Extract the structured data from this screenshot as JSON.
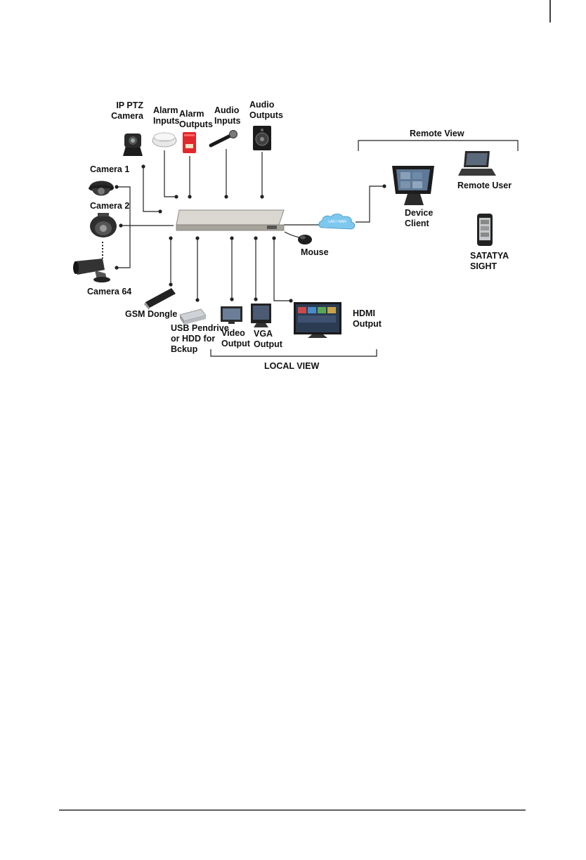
{
  "diagram": {
    "labels": {
      "ip_ptz_camera": "IP PTZ\nCamera",
      "alarm_inputs": "Alarm\nInputs",
      "alarm_outputs": "Alarm\nOutputs",
      "audio_inputs": "Audio\nInputs",
      "audio_outputs": "Audio\nOutputs",
      "remote_view": "Remote View",
      "camera_1": "Camera 1",
      "camera_2": "Camera 2",
      "camera_64": "Camera 64",
      "device_client": "Device\nClient",
      "remote_user": "Remote User",
      "satatya_sight": "SATATYA\nSIGHT",
      "mouse": "Mouse",
      "gsm_dongle": "GSM Dongle",
      "usb_backup": "USB Pendrive\nor HDD for\nBckup",
      "video_output": "Video\nOutput",
      "vga_output": "VGA\nOutput",
      "hdmi_output": "HDMI\nOutput",
      "local_view": "LOCAL VIEW",
      "cloud_text": "LAN / WAN"
    }
  }
}
